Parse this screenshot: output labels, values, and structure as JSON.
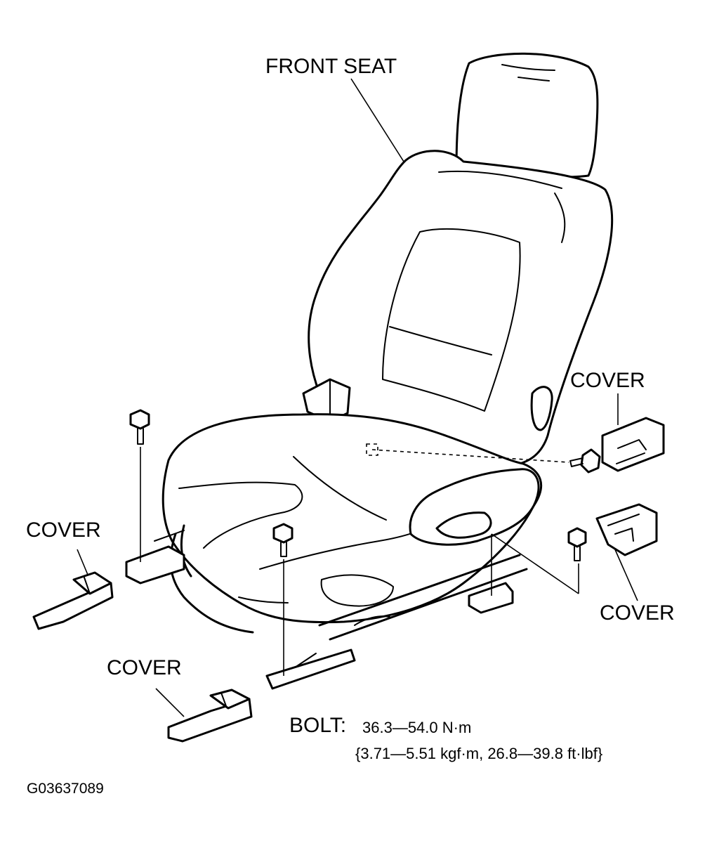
{
  "labels": {
    "front_seat": "FRONT SEAT",
    "cover_upper_right": "COVER",
    "cover_left": "COVER",
    "cover_right": "COVER",
    "cover_bottom": "COVER"
  },
  "bolt_spec": {
    "label": "BOLT:",
    "torque_nm": "36.3—54.0 N·m",
    "torque_other": "{3.71—5.51 kgf·m, 26.8—39.8 ft·lbf}"
  },
  "figure_code": "G03637089"
}
